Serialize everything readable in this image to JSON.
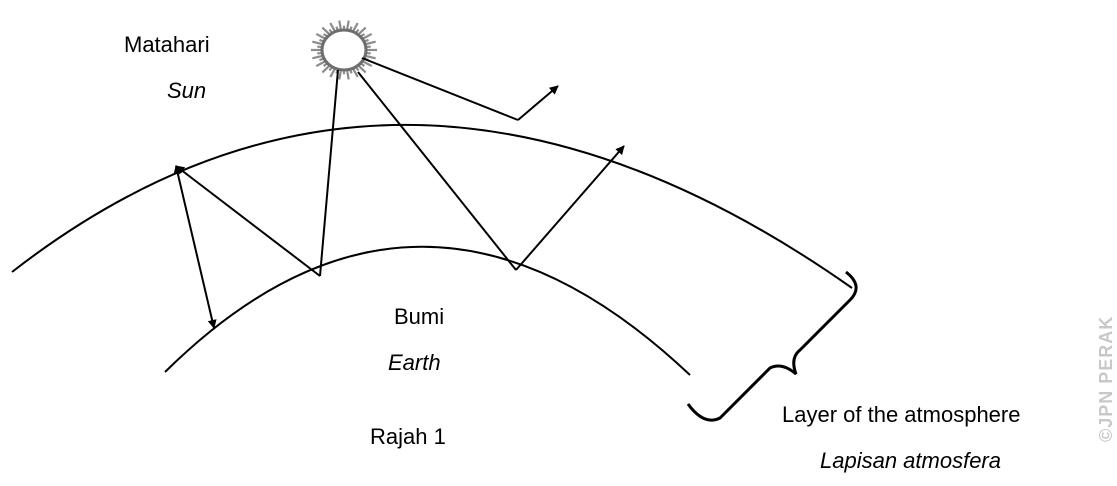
{
  "labels": {
    "sun_ms": "Matahari",
    "sun_en": "Sun",
    "earth_ms": "Bumi",
    "earth_en": "Earth",
    "atmo_en": "Layer of the atmosphere",
    "atmo_ms": "Lapisan atmosfera",
    "caption": "Rajah 1"
  },
  "watermark": "©JPN PERAK",
  "colors": {
    "ink": "#000000",
    "sun_rays": "#8c8c8c",
    "watermark": "#c8c8c8"
  }
}
